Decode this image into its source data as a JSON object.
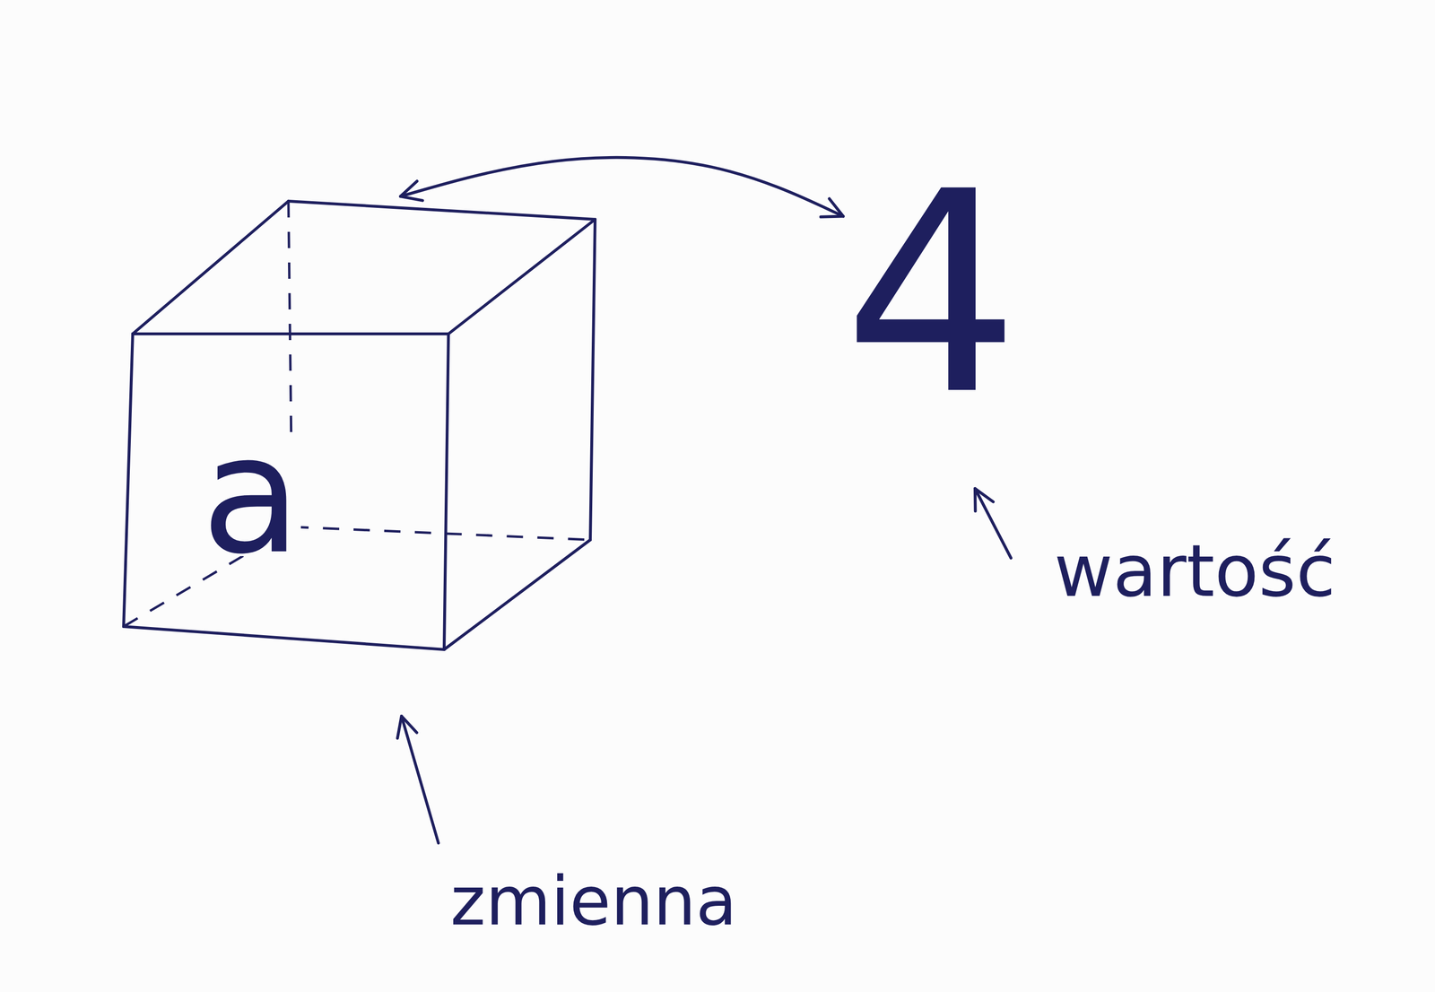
{
  "diagram": {
    "nodes": [
      {
        "text": [
          "a"
        ]
      },
      {
        "text": [
          "4"
        ]
      }
    ],
    "edges": [
      {
        "from": 1,
        "to": 0,
        "arrow": "both"
      }
    ],
    "labels": [
      "wartość",
      "zmienna"
    ]
  }
}
